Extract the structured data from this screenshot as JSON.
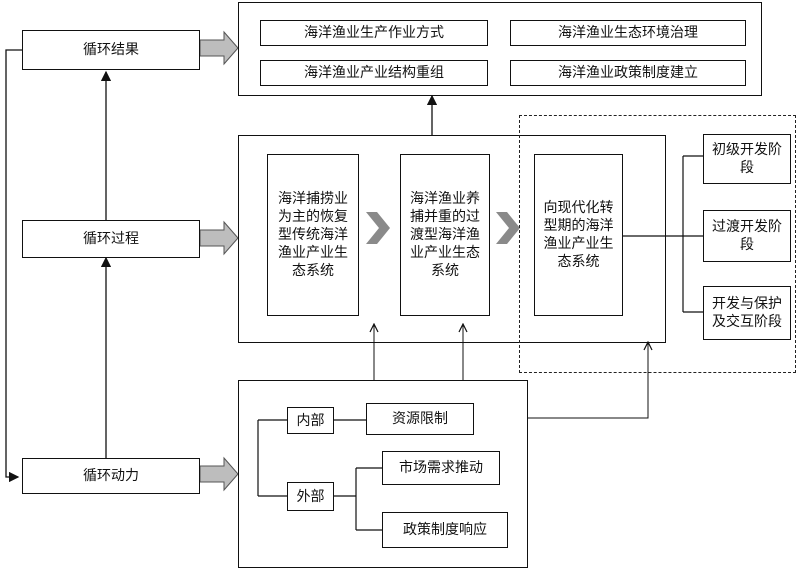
{
  "left": {
    "result": "循环结果",
    "process": "循环过程",
    "power": "循环动力"
  },
  "results": [
    "海洋渔业生产作业方式",
    "海洋渔业生态环境治理",
    "海洋渔业产业结构重组",
    "海洋渔业政策制度建立"
  ],
  "process": {
    "stage1": "海洋捕捞业为主的恢复型传统海洋渔业产业生态系统",
    "stage2": "海洋渔业养捕并重的过渡型海洋渔业产业生态系统",
    "stage3": "向现代化转型期的海洋渔业产业生态系统"
  },
  "phases": [
    "初级开发阶段",
    "过渡开发阶段",
    "开发与保护及交互阶段"
  ],
  "power": {
    "internal": "内部",
    "resource": "资源限制",
    "external": "外部",
    "market": "市场需求推动",
    "policy": "政策制度响应"
  }
}
